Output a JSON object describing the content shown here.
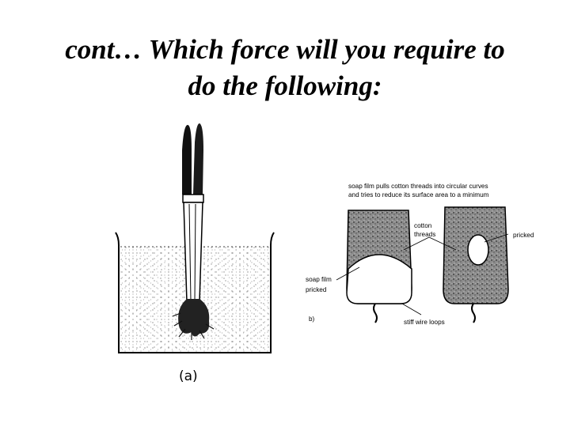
{
  "slide": {
    "title_line1": "cont… Which force will you require to",
    "title_line2": "do the following:"
  },
  "figure_a": {
    "label": "(a)"
  },
  "figure_b": {
    "caption_line1": "soap film pulls cotton threads into circular curves",
    "caption_line2": "and tries to reduce its surface area to a minimum",
    "cotton_label_line1": "cotton",
    "cotton_label_line2": "threads",
    "pricked_right": "pricked",
    "soap_film_line1": "soap film",
    "soap_film_line2": "pricked",
    "panel_label": "b)",
    "wire_loops": "stiff wire loops"
  }
}
